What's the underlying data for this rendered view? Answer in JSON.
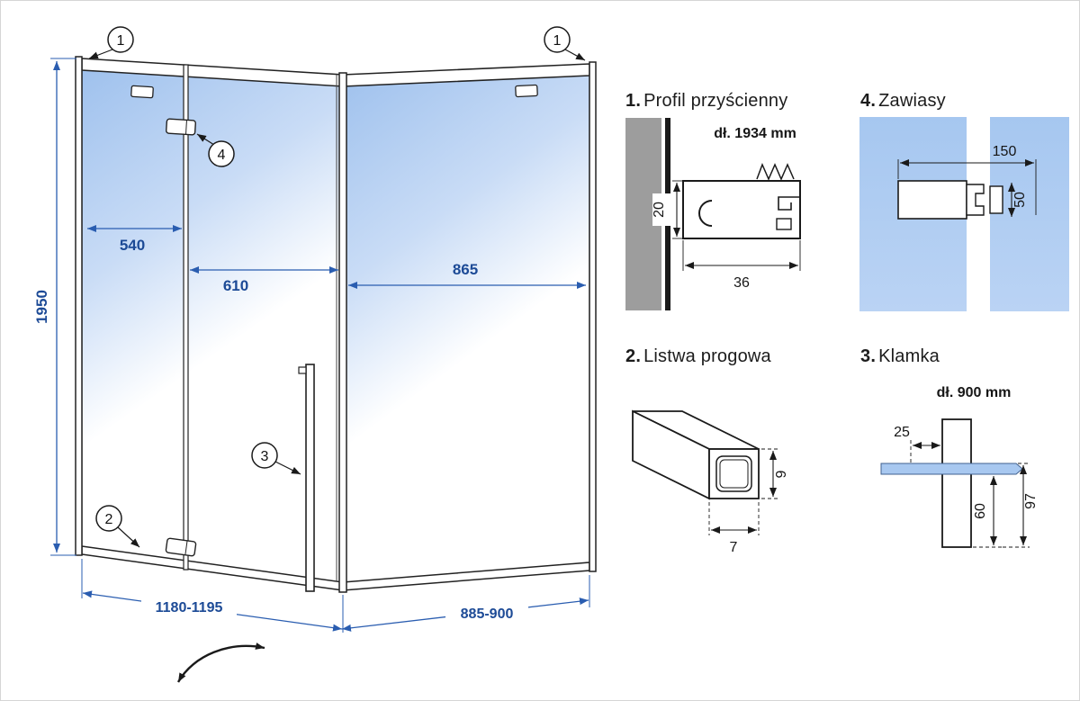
{
  "main": {
    "callout_1": "1",
    "callout_2": "2",
    "callout_3": "3",
    "callout_4": "4",
    "dim_height": "1950",
    "dim_fixed_panel": "540",
    "dim_door": "610",
    "dim_side_panel": "865",
    "dim_front_width": "1180-1195",
    "dim_side_width": "885-900"
  },
  "panel_profile": {
    "number": "1.",
    "title": "Profil przyścienny",
    "length": "dł. 1934 mm",
    "dim_height": "20",
    "dim_width": "36"
  },
  "panel_hinge": {
    "number": "4.",
    "title": "Zawiasy",
    "dim_width": "150",
    "dim_height": "50"
  },
  "panel_threshold": {
    "number": "2.",
    "title": "Listwa progowa",
    "dim_width": "7",
    "dim_height": "9"
  },
  "panel_handle": {
    "number": "3.",
    "title": "Klamka",
    "length": "dł. 900 mm",
    "dim_offset": "25",
    "dim_lower": "60",
    "dim_total": "97"
  },
  "colors": {
    "glass_blue": "#a8c8f0",
    "glass_blue_light": "#d9e7fa",
    "dim_blue": "#2a5db0",
    "line_black": "#1a1a1a",
    "wall_gray": "#9d9d9d"
  }
}
